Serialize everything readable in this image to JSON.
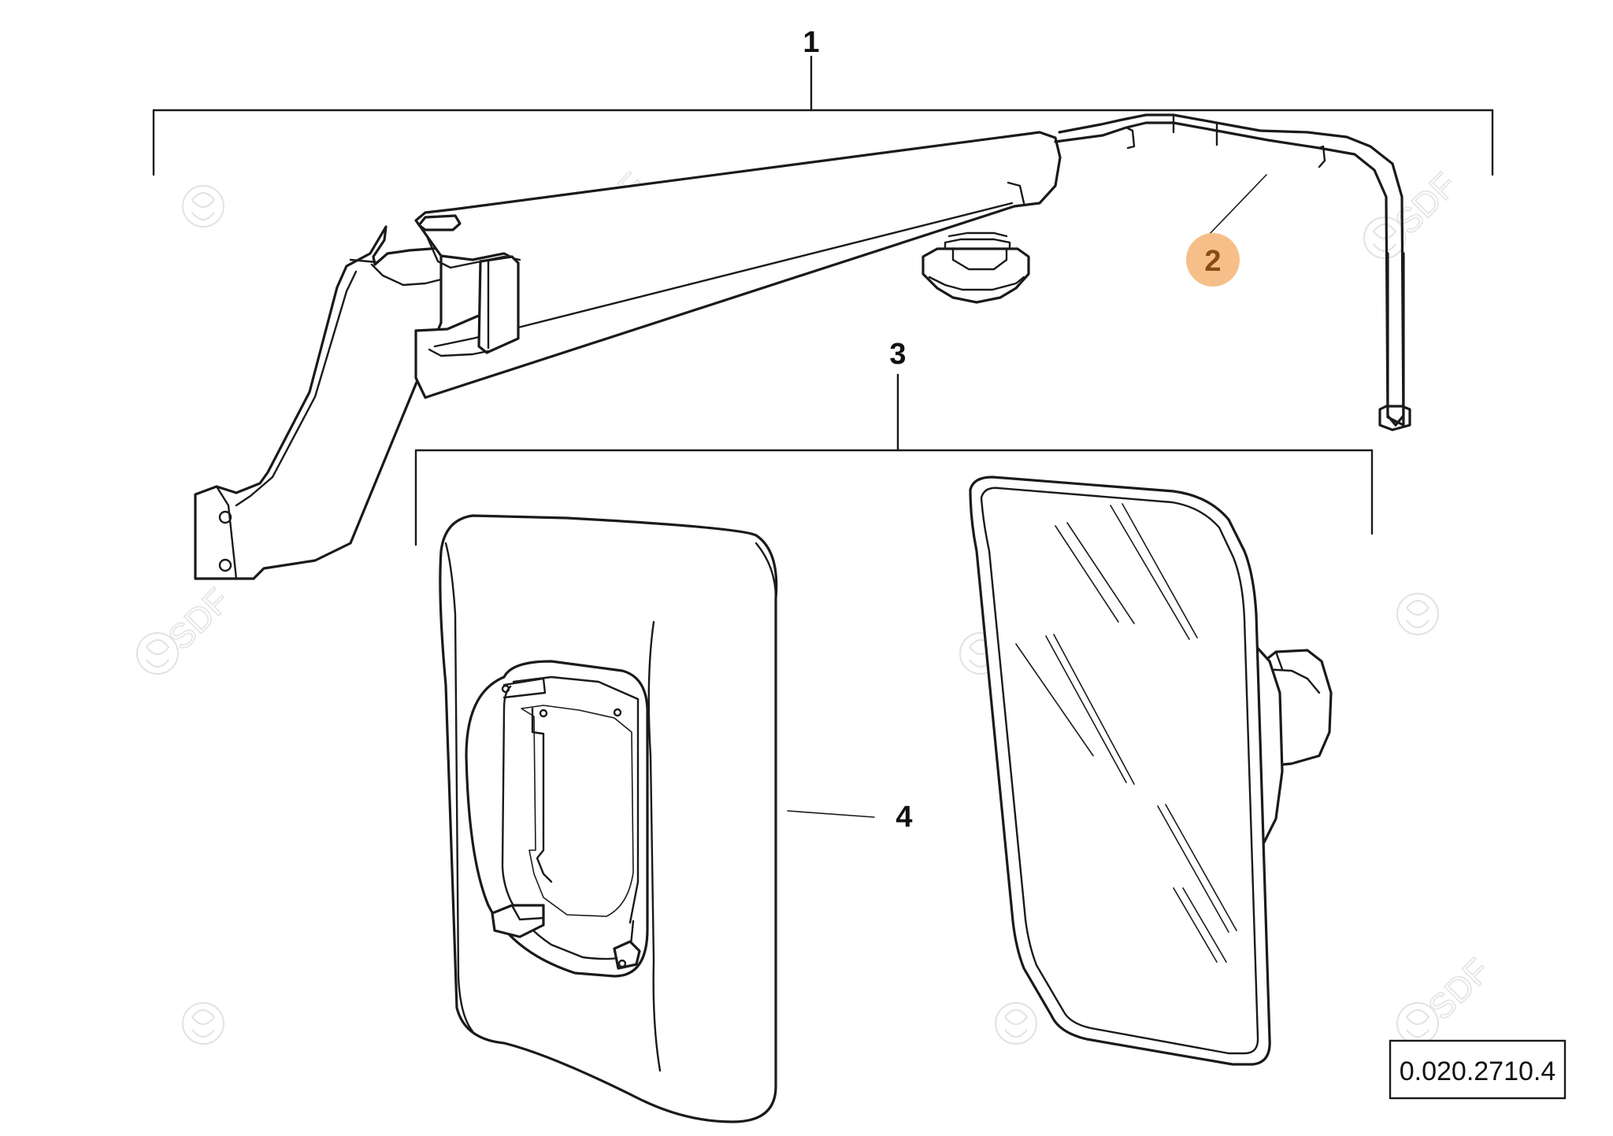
{
  "diagram": {
    "part_labels": {
      "p1": "1",
      "p2": "2",
      "p3": "3",
      "p4": "4"
    },
    "highlighted_part": "2",
    "highlight_color": "#f6bf8a",
    "reference_code": "0.020.2710.4",
    "watermark": "SDF",
    "icons": [
      "mirror-arm-icon",
      "mirror-housing-icon",
      "mirror-glass-icon",
      "sdf-logo-icon"
    ]
  }
}
